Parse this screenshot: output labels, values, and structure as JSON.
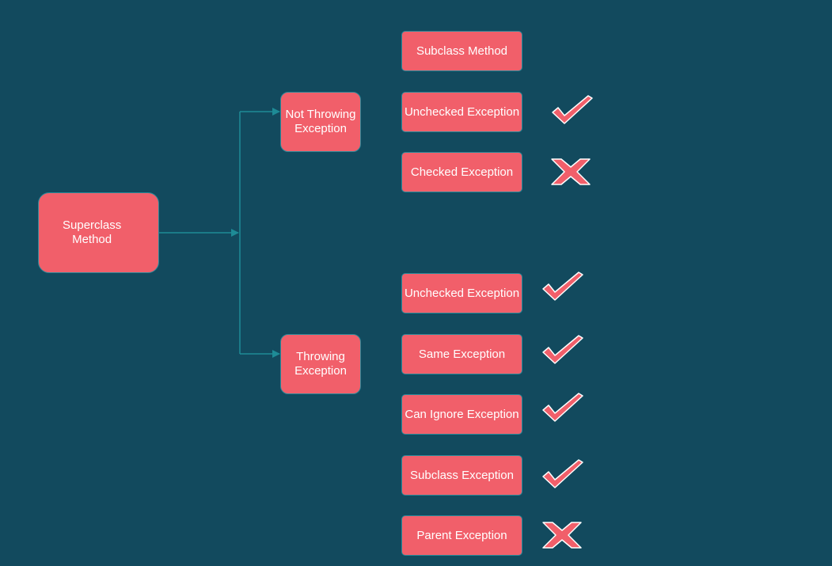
{
  "diagram": {
    "root": {
      "label": "Superclass\nMethod"
    },
    "not_throwing": {
      "label": "Not Throwing Exception"
    },
    "throwing": {
      "label": "Throwing Exception"
    },
    "subclass_method": {
      "label": "Subclass Method"
    },
    "not_throwing_cases": [
      {
        "label": "Unchecked Exception",
        "allowed": true
      },
      {
        "label": "Checked Exception",
        "allowed": false
      }
    ],
    "throwing_cases": [
      {
        "label": "Unchecked Exception",
        "allowed": true
      },
      {
        "label": "Same Exception",
        "allowed": true
      },
      {
        "label": "Can Ignore Exception",
        "allowed": true
      },
      {
        "label": "Subclass Exception",
        "allowed": true
      },
      {
        "label": "Parent Exception",
        "allowed": false
      }
    ],
    "mark_icons": {
      "allowed": "check-icon",
      "disallowed": "cross-icon"
    },
    "colors": {
      "background": "#124a5e",
      "node_fill": "#f15f6a",
      "node_border": "#2a8a9a",
      "connector": "#1e8b96",
      "mark": "#f15f6a"
    }
  }
}
